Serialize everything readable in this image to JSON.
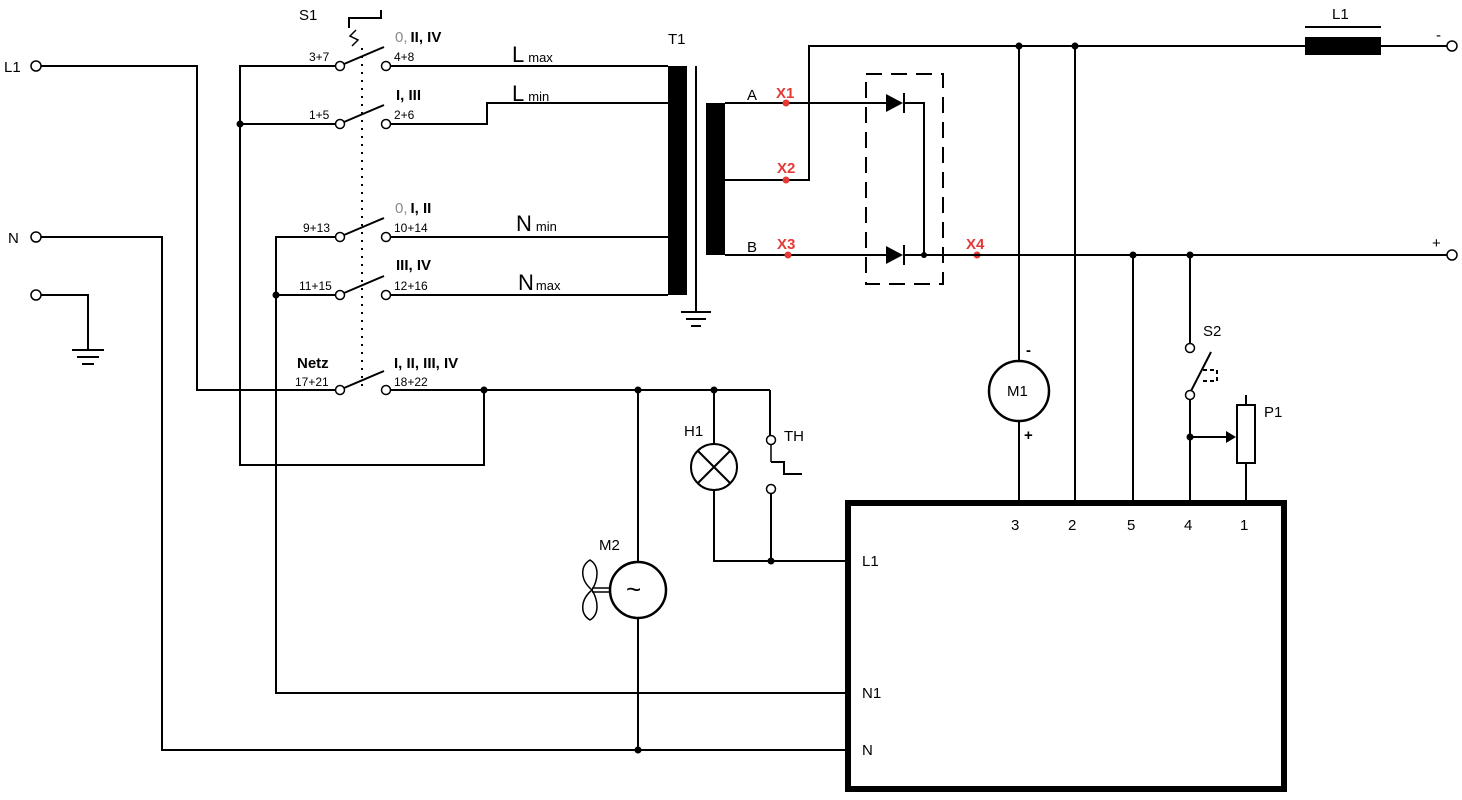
{
  "colors": {
    "wire": "#000000",
    "marker": "#e53935",
    "muted": "#8a8a8a"
  },
  "terminals": {
    "l1_in": "L1",
    "n_in": "N",
    "minus_out": "-",
    "plus_out": "+"
  },
  "switch_s1": {
    "label": "S1",
    "c1_left": "3+7",
    "c1_right": "4+8",
    "c1_state_muted": "0,",
    "c1_state": "II, IV",
    "c2_left": "1+5",
    "c2_right": "2+6",
    "c2_state": "I, III",
    "c3_left": "9+13",
    "c3_right": "10+14",
    "c3_state_muted": "0,",
    "c3_state": "I, II",
    "c4_left": "11+15",
    "c4_right": "12+16",
    "c4_state": "III, IV",
    "c5_title": "Netz",
    "c5_left": "17+21",
    "c5_right": "18+22",
    "c5_state": "I, II, III, IV"
  },
  "taps": {
    "lmax_main": "L",
    "lmax_sub": "max",
    "lmin_main": "L",
    "lmin_sub": "min",
    "nmin_main": "N",
    "nmin_sub": "min",
    "nmax_main": "N",
    "nmax_sub": "max"
  },
  "transformer": {
    "label": "T1",
    "sec_a": "A",
    "sec_b": "B"
  },
  "points": {
    "x1": "X1",
    "x2": "X2",
    "x3": "X3",
    "x4": "X4"
  },
  "choke": {
    "label": "L1"
  },
  "motor_m1": {
    "label": "M1",
    "minus": "-",
    "plus": "+"
  },
  "switch_s2": {
    "label": "S2"
  },
  "pot_p1": {
    "label": "P1"
  },
  "lamp_h1": {
    "label": "H1"
  },
  "thermostat": {
    "label": "TH"
  },
  "fan_m2": {
    "label": "M2",
    "symbol": "~"
  },
  "control_box": {
    "pin3": "3",
    "pin2": "2",
    "pin5": "5",
    "pin4": "4",
    "pin1": "1",
    "in_l1": "L1",
    "in_n1": "N1",
    "in_n": "N"
  }
}
